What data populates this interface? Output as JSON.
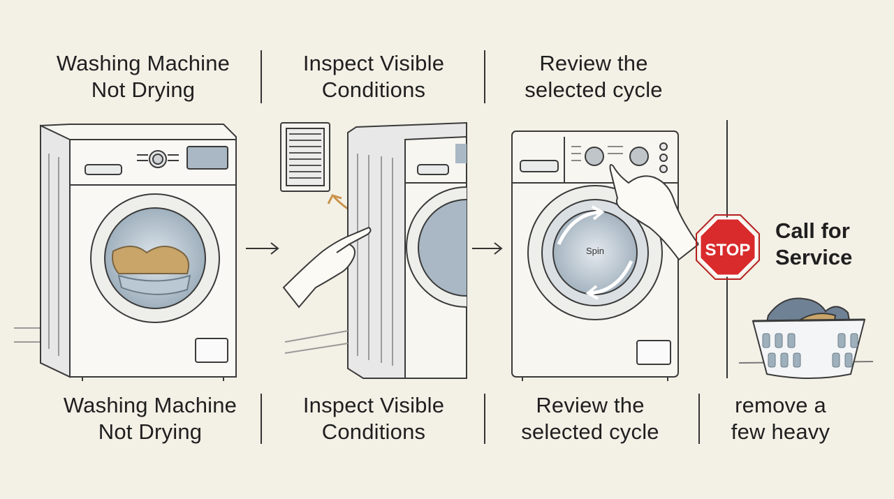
{
  "top_labels": [
    {
      "line1": "Washing Machine",
      "line2": "Not Drying"
    },
    {
      "line1": "Inspect Visible",
      "line2": "Conditions"
    },
    {
      "line1": "Review the",
      "line2": "selected cycle"
    }
  ],
  "bottom_labels": [
    {
      "line1": "Washing Machine",
      "line2": "Not Drying"
    },
    {
      "line1": "Inspect Visible",
      "line2": "Conditions"
    },
    {
      "line1": "Review the",
      "line2": "selected cycle"
    },
    {
      "line1": "remove a",
      "line2": "few heavy"
    }
  ],
  "stop_sign": "STOP",
  "call_for_service": {
    "line1": "Call for",
    "line2": "Service"
  },
  "dial_label": "Spin",
  "colors": {
    "background": "#f3f0e6",
    "stop": "#d92b2b",
    "laundry": "#c9a56a",
    "water": "#b9c8d3"
  }
}
